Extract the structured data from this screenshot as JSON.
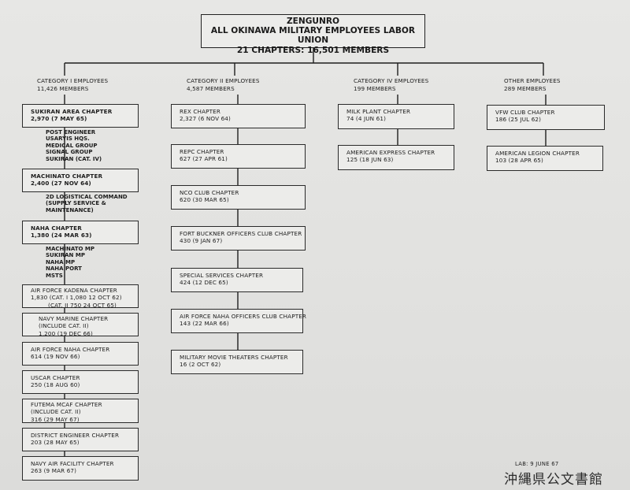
{
  "title": {
    "line1": "ZENGUNRO",
    "line2": "ALL OKINAWA MILITARY EMPLOYEES LABOR UNION",
    "line3": "21 CHAPTERS: 16,501 MEMBERS"
  },
  "categories": {
    "cat1": {
      "name": "CATEGORY I EMPLOYEES",
      "members": "11,426 MEMBERS"
    },
    "cat2": {
      "name": "CATEGORY II EMPLOYEES",
      "members": "4,587 MEMBERS"
    },
    "cat4": {
      "name": "CATEGORY IV EMPLOYEES",
      "members": "199 MEMBERS"
    },
    "other": {
      "name": "OTHER EMPLOYEES",
      "members": "289 MEMBERS"
    }
  },
  "cat1_chapters": [
    {
      "name": "SUKIRAN AREA CHAPTER",
      "lines": [
        "2,970 (7 MAY 65)"
      ]
    },
    {
      "name": "MACHINATO CHAPTER",
      "lines": [
        "2,400 (27 NOV 64)"
      ]
    },
    {
      "name": "NAHA CHAPTER",
      "lines": [
        "1,380 (24 MAR 63)"
      ]
    },
    {
      "name": "AIR FORCE KADENA CHAPTER",
      "lines": [
        "1,830 (CAT. I 1,080 12 OCT 62)",
        "(CAT. II 750 24 OCT 65)"
      ]
    },
    {
      "name": "NAVY MARINE CHAPTER",
      "lines": [
        "(INCLUDE CAT. II)",
        "1,200 (19 DEC 66)"
      ]
    },
    {
      "name": "AIR FORCE NAHA CHAPTER",
      "lines": [
        "614 (19 NOV 66)"
      ]
    },
    {
      "name": "USCAR CHAPTER",
      "lines": [
        "250 (18 AUG 60)"
      ]
    },
    {
      "name": "FUTEMA MCAF CHAPTER",
      "lines": [
        "(INCLUDE CAT. II)",
        "316 (29 MAY 67)"
      ]
    },
    {
      "name": "DISTRICT ENGINEER CHAPTER",
      "lines": [
        "203 (28 MAY 65)"
      ]
    },
    {
      "name": "NAVY AIR FACILITY CHAPTER",
      "lines": [
        "263 (9 MAR 67)"
      ]
    }
  ],
  "cat1_units": {
    "sukiran": [
      "POST ENGINEER",
      "USARYIS HQS.",
      "MEDICAL GROUP",
      "SIGNAL GROUP",
      "SUKIRAN (CAT. IV)"
    ],
    "machinato": [
      "2D LOGISTICAL COMMAND",
      "(SUPPLY SERVICE &",
      "MAINTENANCE)"
    ],
    "naha": [
      "MACHINATO MP",
      "SUKIRAN MP",
      "NAHA MP",
      "NAHA PORT",
      "MSTS"
    ]
  },
  "cat2_chapters": [
    {
      "name": "REX CHAPTER",
      "lines": [
        "2,327 (6 NOV 64)"
      ]
    },
    {
      "name": "REPC CHAPTER",
      "lines": [
        "627 (27 APR 61)"
      ]
    },
    {
      "name": "NCO CLUB CHAPTER",
      "lines": [
        "620 (30 MAR 65)"
      ]
    },
    {
      "name": "FORT BUCKNER OFFICERS CLUB CHAPTER",
      "lines": [
        "430 (9 JAN 67)"
      ]
    },
    {
      "name": "SPECIAL SERVICES CHAPTER",
      "lines": [
        "424 (12 DEC 65)"
      ]
    },
    {
      "name": "AIR FORCE NAHA OFFICERS CLUB CHAPTER",
      "lines": [
        "143 (22 MAR 66)"
      ]
    },
    {
      "name": "MILITARY MOVIE THEATERS CHAPTER",
      "lines": [
        "16 (2 OCT 62)"
      ]
    }
  ],
  "cat4_chapters": [
    {
      "name": "MILK PLANT CHAPTER",
      "lines": [
        "74 (4 JUN 61)"
      ]
    },
    {
      "name": "AMERICAN EXPRESS CHAPTER",
      "lines": [
        "125 (18 JUN 63)"
      ]
    }
  ],
  "other_chapters": [
    {
      "name": "VFW CLUB CHAPTER",
      "lines": [
        "186 (25 JUL 62)"
      ]
    },
    {
      "name": "AMERICAN LEGION CHAPTER",
      "lines": [
        "103 (28 APR 65)"
      ]
    }
  ],
  "footer": {
    "lab": "LAB: 9 JUNE 67",
    "stamp": "沖縄県公文書館"
  }
}
